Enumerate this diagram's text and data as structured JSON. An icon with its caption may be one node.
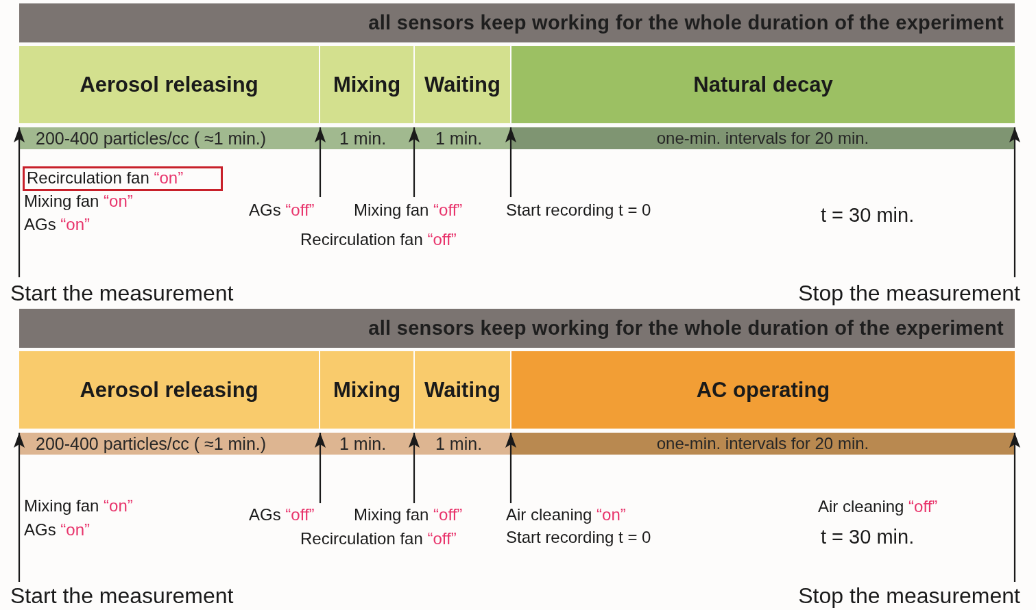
{
  "diagram": {
    "nodes": [
      {
        "text": [
          "all sensors keep working for the whole duration of the experiment"
        ]
      },
      {
        "text": [
          "Aerosol releasing"
        ]
      },
      {
        "text": [
          "Mixing"
        ]
      },
      {
        "text": [
          "Waiting"
        ]
      },
      {
        "text": [
          "Natural decay"
        ]
      },
      {
        "text": [
          "200-400 particles/cc ( ≈1 min.)"
        ]
      },
      {
        "text": [
          "1 min."
        ]
      },
      {
        "text": [
          "1 min."
        ]
      },
      {
        "text": [
          "one-min. intervals for 20 min."
        ]
      },
      {
        "text": [
          "Recirculation fan **“on”**"
        ]
      },
      {
        "text": [
          "AGs **“off”**"
        ]
      },
      {
        "text": [
          "Mixing fan **“off”**"
        ]
      },
      {
        "text": [
          "Start recording t = 0"
        ]
      },
      {
        "text": [
          "Start the measurement"
        ]
      },
      {
        "text": [
          "Stop the measurement"
        ]
      },
      {
        "text": [
          "all sensors keep working for the whole duration of the experiment"
        ]
      },
      {
        "text": [
          "Aerosol releasing"
        ]
      },
      {
        "text": [
          "Mixing"
        ]
      },
      {
        "text": [
          "Waiting"
        ]
      },
      {
        "text": [
          "AC operating"
        ]
      },
      {
        "text": [
          "200-400 particles/cc ( ≈1 min.)"
        ]
      },
      {
        "text": [
          "1 min."
        ]
      },
      {
        "text": [
          "1 min."
        ]
      },
      {
        "text": [
          "one-min. intervals for 20 min."
        ]
      },
      {
        "text": [
          "AGs **“off”**"
        ]
      },
      {
        "text": [
          "Mixing fan **“off”**"
        ]
      },
      {
        "text": [
          "Air cleaning **“on”**"
        ]
      },
      {
        "text": [
          "Start the measurement"
        ]
      },
      {
        "text": [
          "Stop the measurement"
        ]
      }
    ],
    "edges": [
      {
        "from": 13,
        "to": 5,
        "arrow": "to"
      },
      {
        "from": 10,
        "to": 6,
        "arrow": "to"
      },
      {
        "from": 11,
        "to": 7,
        "arrow": "to"
      },
      {
        "from": 12,
        "to": 8,
        "arrow": "to"
      },
      {
        "from": 14,
        "to": 8,
        "arrow": "to"
      },
      {
        "from": 27,
        "to": 20,
        "arrow": "to"
      },
      {
        "from": 24,
        "to": 21,
        "arrow": "to"
      },
      {
        "from": 25,
        "to": 22,
        "arrow": "to"
      },
      {
        "from": 26,
        "to": 23,
        "arrow": "to"
      },
      {
        "from": 28,
        "to": 23,
        "arrow": "to"
      }
    ],
    "labels": [
      "Mixing fan **“on”**",
      "AGs **“on”**",
      "Recirculation fan **“off”**",
      "t = 30 min.",
      "Mixing fan **“on”**",
      "AGs **“on”**",
      "Recirculation fan **“off”**",
      "Start recording t = 0",
      "Air cleaning **“off”**",
      "t = 30 min."
    ]
  }
}
